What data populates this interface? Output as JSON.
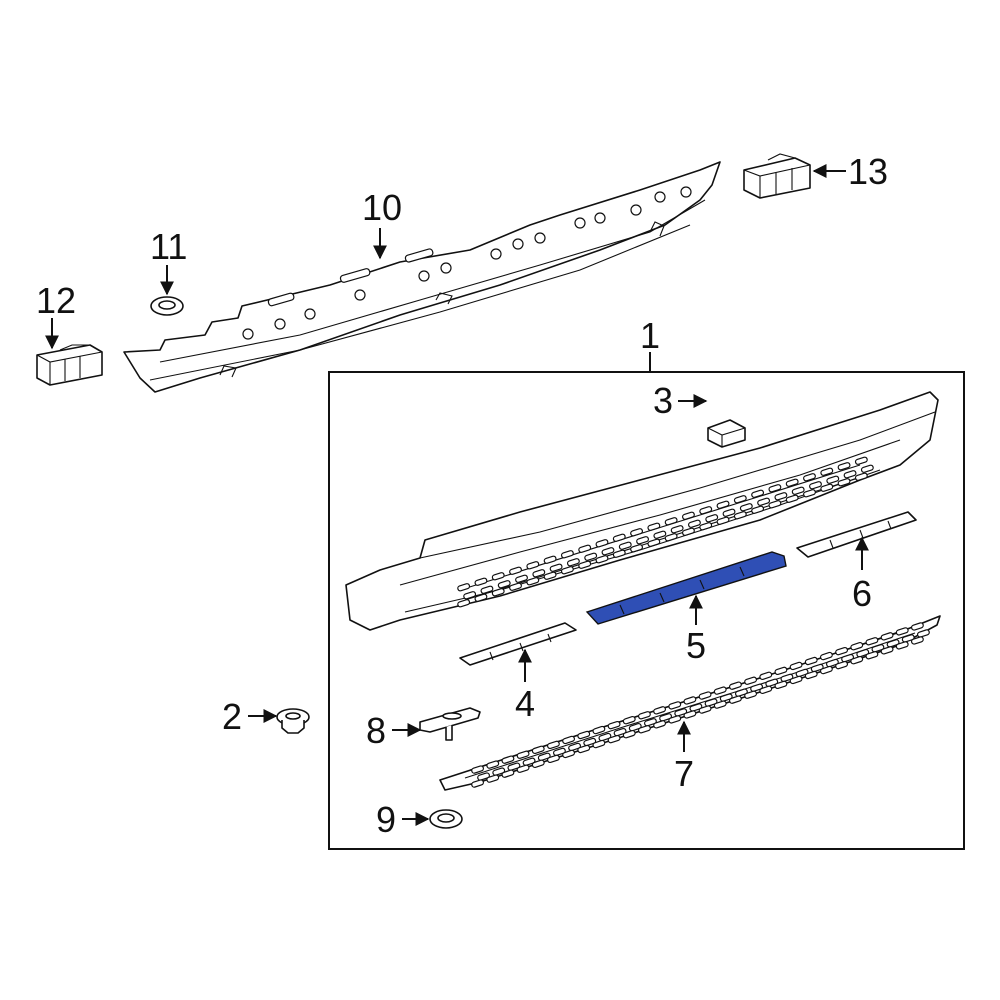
{
  "diagram": {
    "highlight_color": "#2f4fb5",
    "line_color": "#111111",
    "callouts": {
      "c1": "1",
      "c2": "2",
      "c3": "3",
      "c4": "4",
      "c5": "5",
      "c6": "6",
      "c7": "7",
      "c8": "8",
      "c9": "9",
      "c10": "10",
      "c11": "11",
      "c12": "12",
      "c13": "13"
    },
    "highlighted_part": "5"
  }
}
